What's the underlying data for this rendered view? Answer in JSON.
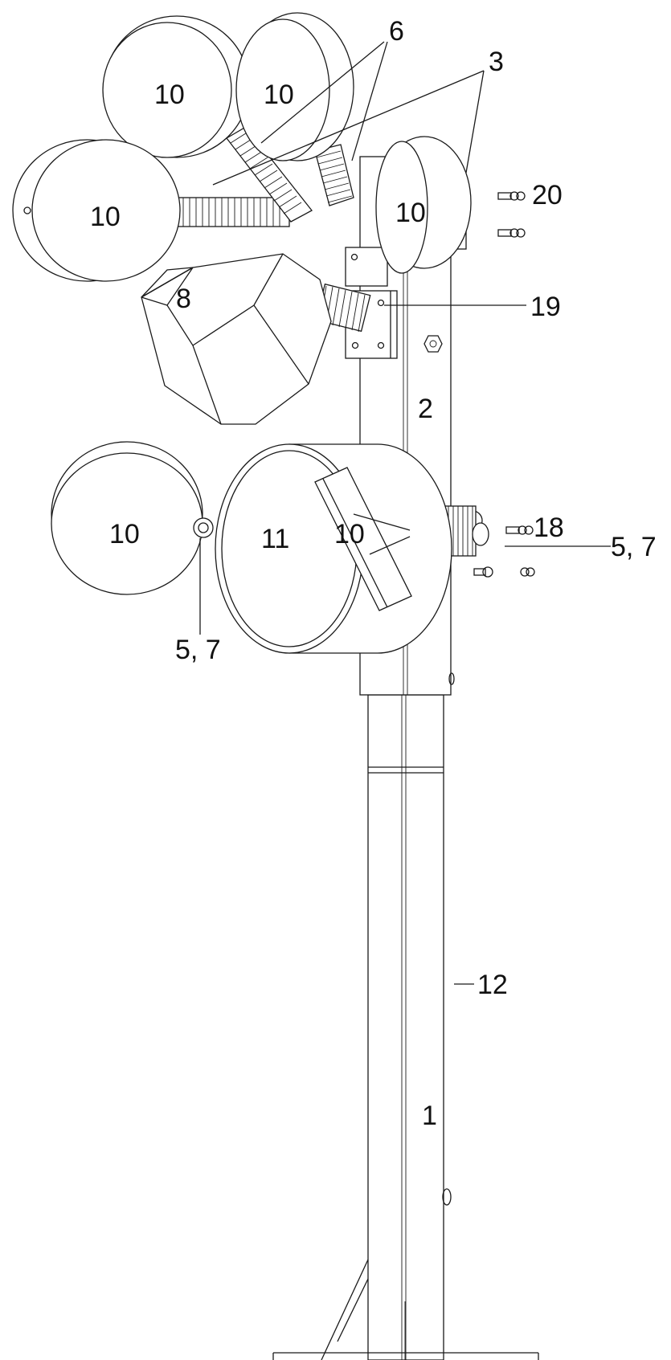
{
  "labels": {
    "weight_top_left": "10",
    "weight_top_right": "10",
    "weight_left": "10",
    "weight_bracket": "10",
    "weight_low_left": "10",
    "weight_front_angled": "10",
    "part_6": "6",
    "part_3": "3",
    "part_20": "20",
    "part_8": "8",
    "part_19": "19",
    "part_2": "2",
    "part_11": "11",
    "part_18": "18",
    "part_5_7_right": "5, 7",
    "part_5_7_left": "5, 7",
    "part_12": "12",
    "part_1": "1"
  }
}
